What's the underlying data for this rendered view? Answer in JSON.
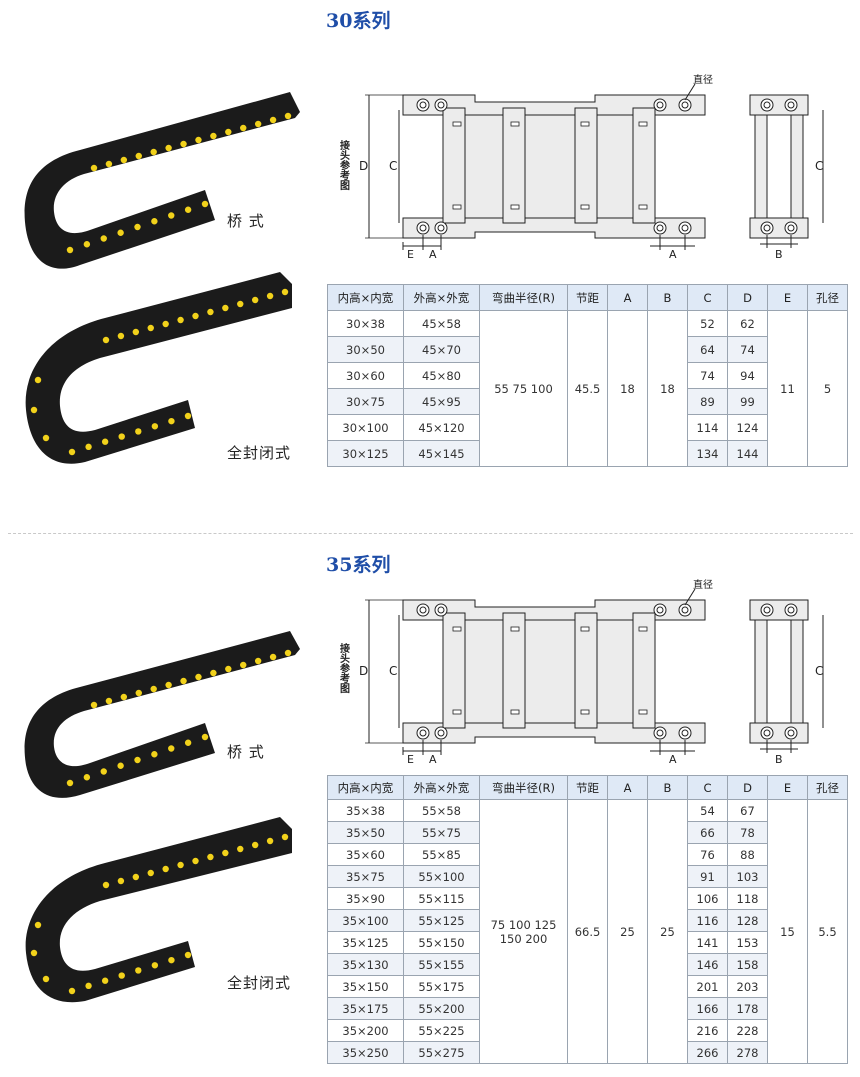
{
  "sections": [
    {
      "title": "30系列",
      "photo_labels": [
        "桥 式",
        "全封闭式"
      ],
      "diagram": {
        "vertical_text": "接头参考图",
        "diameter_label": "直径",
        "dim_D": "D",
        "dim_C": "C",
        "dim_E": "E",
        "dim_A": "A",
        "dim_A2": "A",
        "side_C": "C",
        "side_B": "B"
      },
      "table": {
        "headers": [
          "内高×内宽",
          "外高×外宽",
          "弯曲半径(R)",
          "节距",
          "A",
          "B",
          "C",
          "D",
          "E",
          "孔径"
        ],
        "rows": [
          {
            "inner": "30×38",
            "outer": "45×58",
            "c": "52",
            "d": "62"
          },
          {
            "inner": "30×50",
            "outer": "45×70",
            "c": "64",
            "d": "74"
          },
          {
            "inner": "30×60",
            "outer": "45×80",
            "c": "74",
            "d": "94"
          },
          {
            "inner": "30×75",
            "outer": "45×95",
            "c": "89",
            "d": "99"
          },
          {
            "inner": "30×100",
            "outer": "45×120",
            "c": "114",
            "d": "124"
          },
          {
            "inner": "30×125",
            "outer": "45×145",
            "c": "134",
            "d": "144"
          }
        ],
        "radius": "55 75 100",
        "pitch": "45.5",
        "a": "18",
        "b": "18",
        "e": "11",
        "hole": "5"
      }
    },
    {
      "title": "35系列",
      "photo_labels": [
        "桥 式",
        "全封闭式"
      ],
      "diagram": {
        "vertical_text": "接头参考图",
        "diameter_label": "直径",
        "dim_D": "D",
        "dim_C": "C",
        "dim_E": "E",
        "dim_A": "A",
        "dim_A2": "A",
        "side_C": "C",
        "side_B": "B"
      },
      "table": {
        "headers": [
          "内高×内宽",
          "外高×外宽",
          "弯曲半径(R)",
          "节距",
          "A",
          "B",
          "C",
          "D",
          "E",
          "孔径"
        ],
        "rows": [
          {
            "inner": "35×38",
            "outer": "55×58",
            "c": "54",
            "d": "67"
          },
          {
            "inner": "35×50",
            "outer": "55×75",
            "c": "66",
            "d": "78"
          },
          {
            "inner": "35×60",
            "outer": "55×85",
            "c": "76",
            "d": "88"
          },
          {
            "inner": "35×75",
            "outer": "55×100",
            "c": "91",
            "d": "103"
          },
          {
            "inner": "35×90",
            "outer": "55×115",
            "c": "106",
            "d": "118"
          },
          {
            "inner": "35×100",
            "outer": "55×125",
            "c": "116",
            "d": "128"
          },
          {
            "inner": "35×125",
            "outer": "55×150",
            "c": "141",
            "d": "153"
          },
          {
            "inner": "35×130",
            "outer": "55×155",
            "c": "146",
            "d": "158"
          },
          {
            "inner": "35×150",
            "outer": "55×175",
            "c": "201",
            "d": "203"
          },
          {
            "inner": "35×175",
            "outer": "55×200",
            "c": "166",
            "d": "178"
          },
          {
            "inner": "35×200",
            "outer": "55×225",
            "c": "216",
            "d": "228"
          },
          {
            "inner": "35×250",
            "outer": "55×275",
            "c": "266",
            "d": "278"
          }
        ],
        "radius_line1": "75 100 125",
        "radius_line2": "150 200",
        "pitch": "66.5",
        "a": "25",
        "b": "25",
        "e": "15",
        "hole": "5.5"
      }
    }
  ],
  "colors": {
    "title": "#1f4ea8",
    "header_bg": "#dfe9f6",
    "zebra_bg": "#eef2f8",
    "chain_black": "#1b1b1b",
    "chain_dot": "#f2d21b",
    "frame_fill": "#ececec"
  },
  "icons": {
    "chain_photo": "cable-drag-chain-photo",
    "diagram": "link-joint-technical-drawing"
  }
}
